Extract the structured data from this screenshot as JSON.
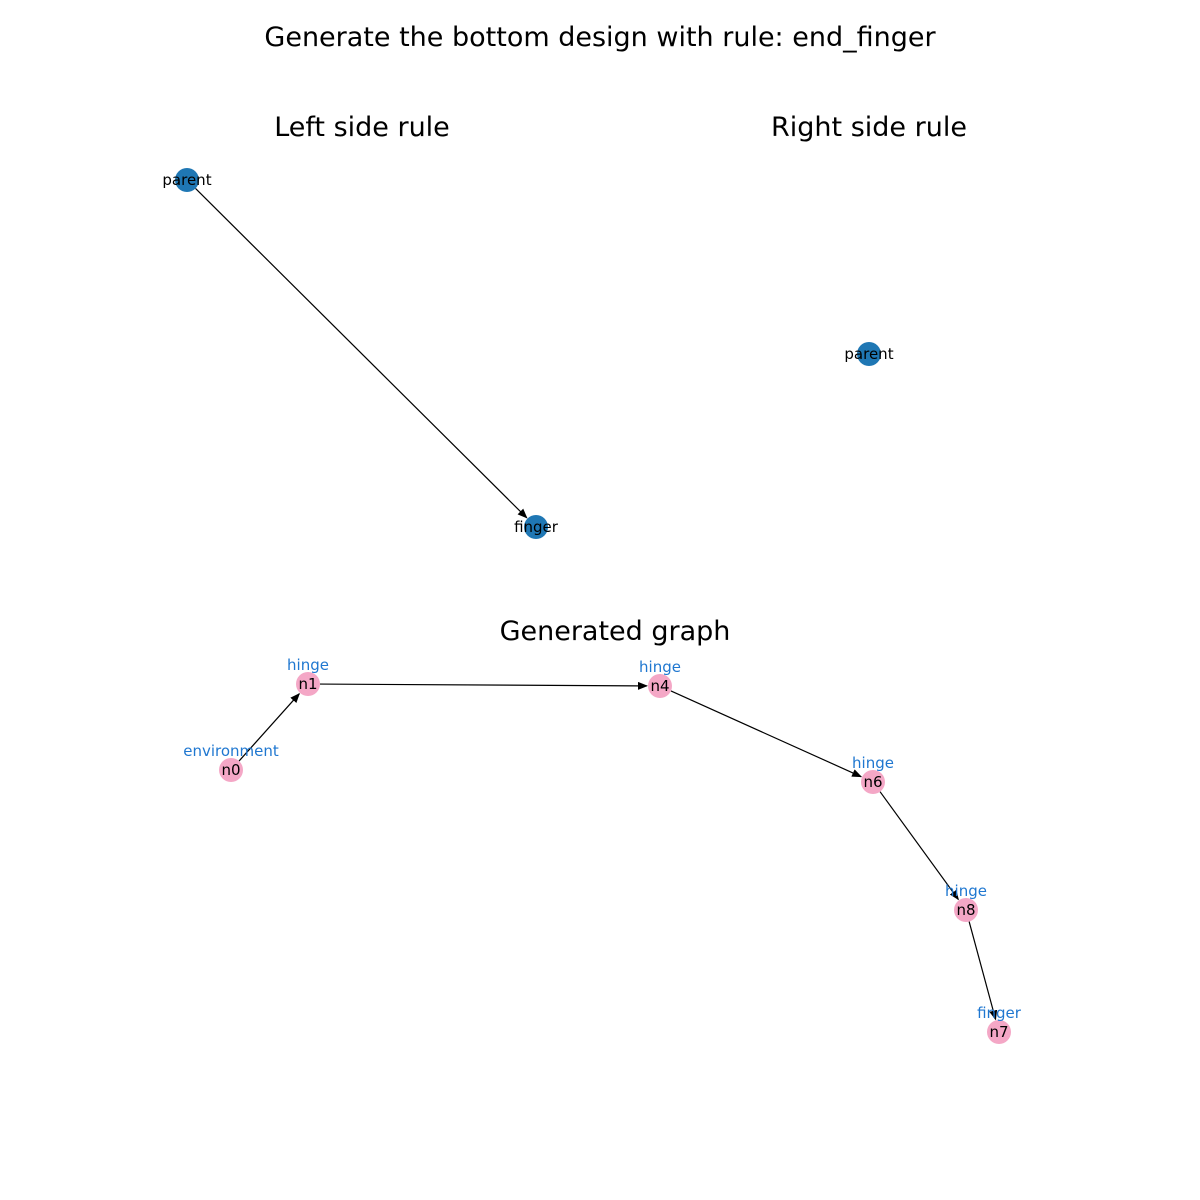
{
  "title": "Generate the bottom design with rule: end_finger",
  "left_panel": {
    "title": "Left side rule",
    "nodes": [
      {
        "id": "parent",
        "label": "parent"
      },
      {
        "id": "finger",
        "label": "finger"
      }
    ],
    "edges": [
      {
        "from": "parent",
        "to": "finger"
      }
    ]
  },
  "right_panel": {
    "title": "Right side rule",
    "nodes": [
      {
        "id": "parent",
        "label": "parent"
      }
    ],
    "edges": []
  },
  "bottom_panel": {
    "title": "Generated graph",
    "nodes": [
      {
        "id": "n0",
        "label": "n0",
        "type": "environment"
      },
      {
        "id": "n1",
        "label": "n1",
        "type": "hinge"
      },
      {
        "id": "n4",
        "label": "n4",
        "type": "hinge"
      },
      {
        "id": "n6",
        "label": "n6",
        "type": "hinge"
      },
      {
        "id": "n8",
        "label": "n8",
        "type": "hinge"
      },
      {
        "id": "n7",
        "label": "n7",
        "type": "finger"
      }
    ],
    "edges": [
      {
        "from": "n0",
        "to": "n1"
      },
      {
        "from": "n1",
        "to": "n4"
      },
      {
        "from": "n4",
        "to": "n6"
      },
      {
        "from": "n6",
        "to": "n8"
      },
      {
        "from": "n8",
        "to": "n7"
      }
    ]
  },
  "colors": {
    "rule_node": "#1f77b4",
    "graph_node": "#f4a7c6",
    "type_label": "#1f77d0",
    "edge": "#000000"
  }
}
